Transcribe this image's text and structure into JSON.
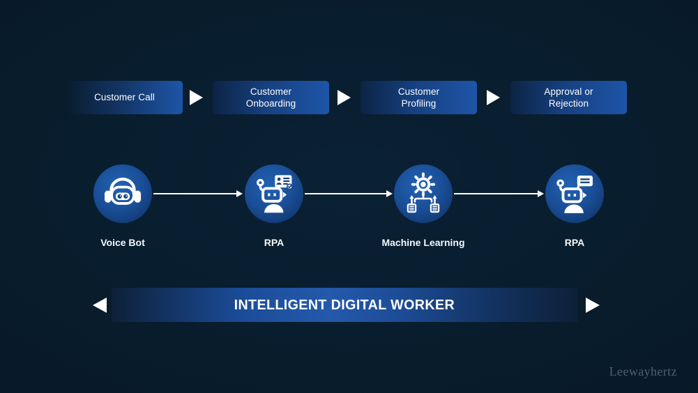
{
  "pipeline": {
    "steps": [
      {
        "label": "Customer Call"
      },
      {
        "label": "Customer Onboarding"
      },
      {
        "label": "Customer Profiling"
      },
      {
        "label": "Approval or Rejection"
      }
    ]
  },
  "workers": [
    {
      "label": "Voice Bot",
      "icon": "voice-bot-icon"
    },
    {
      "label": "RPA",
      "icon": "robot-id-card-icon"
    },
    {
      "label": "Machine Learning",
      "icon": "gear-data-icon"
    },
    {
      "label": "RPA",
      "icon": "robot-chat-icon"
    }
  ],
  "banner": {
    "label": "INTELLIGENT DIGITAL WORKER"
  },
  "watermark": {
    "label": "Leewayhertz"
  },
  "colors": {
    "background": "#081c2c",
    "box_blue": "#1e55a8",
    "box_dark": "#0c2444",
    "circle_blue": "#1a4e97",
    "banner_bright": "#2459ab",
    "white": "#ffffff",
    "watermark_text": "#4e6276"
  }
}
